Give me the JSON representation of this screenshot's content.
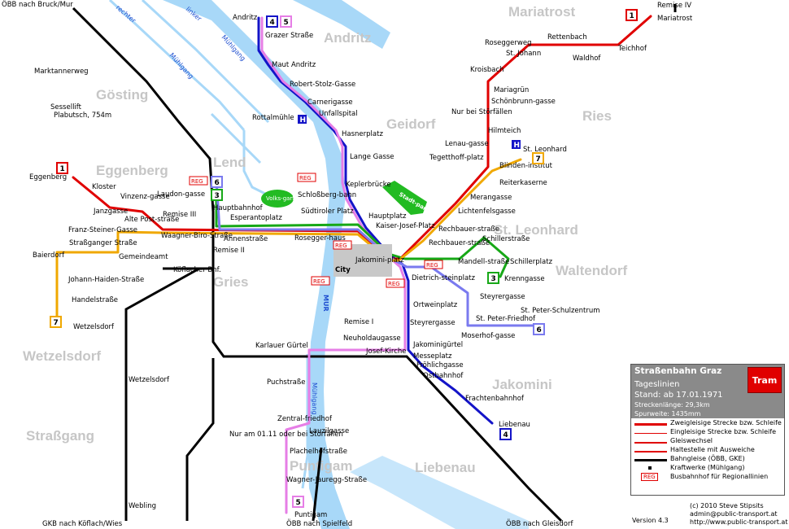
{
  "legend": {
    "title": "Straßenbahn Graz",
    "mode": "Tageslinien",
    "tram": "Tram",
    "stand": "Stand: ab 17.01.1971",
    "length": "Streckenlänge: 29,3km",
    "gauge": "Spurweite: 1435mm",
    "items": [
      "Zweigleisige Strecke bzw. Schleife",
      "Eingleisige Strecke bzw. Schleife",
      "Gleiswechsel",
      "Haltestelle mit Ausweiche",
      "Bahngleise (ÖBB, GKE)",
      "Kraftwerke (Mühlgang)",
      "Busbahnhof für Regionallinien"
    ],
    "reg": "REG"
  },
  "footer": {
    "version": "Version 4.3",
    "copyright": "(c) 2010 Steve Stipsits",
    "email": "admin@public-transport.at",
    "url": "http://www.public-transport.at"
  },
  "districts": [
    "Mariatrost",
    "Andritz",
    "Gösting",
    "Geidorf",
    "Ries",
    "Lend",
    "Eggenberg",
    "St. Leonhard",
    "Waltendorf",
    "Gries",
    "Wetzelsdorf",
    "Jakomini",
    "Straßgang",
    "Puntigam",
    "Liebenau"
  ],
  "water": [
    "rechter",
    "linker",
    "Mühlgang",
    "Mühlgang",
    "MUR",
    "Mühlgang"
  ],
  "rail": [
    "ÖBB nach Bruck/Mur",
    "GKB nach Köflach/Wies",
    "ÖBB nach Spielfeld",
    "ÖBB nach Gleisdorf",
    "Köflacher Bhf."
  ],
  "stops": [
    "Andritz",
    "Grazer Straße",
    "Maut Andritz",
    "Robert-Stolz-Gasse",
    "Carnerigasse",
    "Unfallspital",
    "Rottalmühle",
    "Hasnerplatz",
    "Lange Gasse",
    "Keplerbrücke",
    "Schloßberg-bahn",
    "Hauptplatz",
    "Kaiser-Josef-Platz",
    "Jakomini-platz",
    "City",
    "Südtiroler Platz",
    "Rosegger-haus",
    "Esperantoplatz",
    "Hauptbahnhof",
    "Annenstraße",
    "Remise II",
    "Volks-garten",
    "Marktannerweg",
    "Sessellift",
    "Plabutsch, 754m",
    "Eggenberg",
    "Kloster",
    "Vinzenz-gasse",
    "Janzgasse",
    "Laudon-gasse",
    "Remise III",
    "Alte Post-straße",
    "Waagner-Biro-Straße",
    "Franz-Steiner-Gasse",
    "Straßganger Straße",
    "Baierdorf",
    "Gemeindeamt",
    "Johann-Haiden-Straße",
    "Handelstraße",
    "Wetzelsdorf",
    "Remise IV",
    "Mariatrost",
    "Teichhof",
    "Waldhof",
    "Rettenbach",
    "Roseggerweg",
    "St. Johann",
    "Kroisbach",
    "Mariagrün",
    "Schönbrunn-gasse",
    "Hilmteich",
    "Nur bei Störfällen",
    "Lenau-gasse",
    "Tegetthoff-platz",
    "St. Leonhard",
    "Blinden-institut",
    "Reiterkaserne",
    "Merangasse",
    "Lichtenfelsgasse",
    "Rechbauer-straße",
    "Rechbauer-straße",
    "Schillerstraße",
    "Mandell-straße",
    "Schillerplatz",
    "Krenngasse",
    "Dietrich-steinplatz",
    "Ortweinplatz",
    "Steyrergasse",
    "Steyrergasse",
    "St. Peter-Friedhof",
    "St. Peter-Schulzentrum",
    "Moserhof-gasse",
    "Remise I",
    "Jakominigürtel",
    "Messeplatz",
    "Fröhlichgasse",
    "Ostbahnhof",
    "Frachtenbahnhof",
    "Liebenau",
    "Karlauer Gürtel",
    "Neuholdaugasse",
    "Josef-Kirche",
    "Wetzelsdorf",
    "Puchstraße",
    "Zentral-friedhof",
    "Lauzilgasse",
    "Nur am 01.11 oder bei Störfällen",
    "Plachelhofstraße",
    "Wagner-Jauregg-Straße",
    "Puntigam",
    "Webling"
  ],
  "lines": [
    {
      "num": "1",
      "color": "#e00000"
    },
    {
      "num": "3",
      "color": "#17a817"
    },
    {
      "num": "4",
      "color": "#1414c8"
    },
    {
      "num": "5",
      "color": "#e67ee6"
    },
    {
      "num": "6",
      "color": "#7a7aef"
    },
    {
      "num": "7",
      "color": "#f0a800"
    }
  ],
  "badges": [
    "1",
    "1",
    "4",
    "5",
    "6",
    "3",
    "3",
    "7",
    "7",
    "6",
    "4",
    "5"
  ],
  "reg_labels": [
    "REG",
    "REG",
    "REG",
    "REG",
    "REG",
    "REG"
  ],
  "special": {
    "stadtpark": "Stadt-park",
    "park": "Volks-garten",
    "h": "H"
  }
}
